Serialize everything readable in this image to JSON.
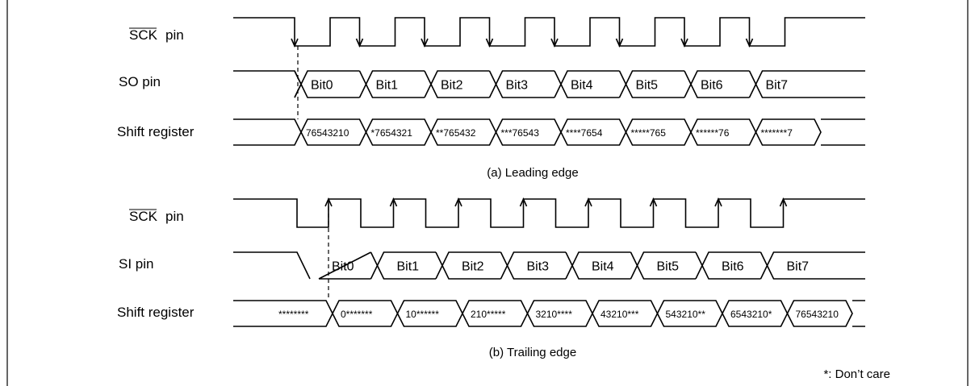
{
  "sections": [
    {
      "clock_label": "SCK",
      "clock_label_suffix": "pin",
      "data_label": "SO pin",
      "register_label": "Shift register",
      "bits": [
        "Bit0",
        "Bit1",
        "Bit2",
        "Bit3",
        "Bit4",
        "Bit5",
        "Bit6",
        "Bit7"
      ],
      "register_values": [
        "76543210",
        "*7654321",
        "**765432",
        "***76543",
        "****7654",
        "*****765",
        "******76",
        "*******7"
      ],
      "caption": "(a) Leading edge",
      "edge": "falling"
    },
    {
      "clock_label": "SCK",
      "clock_label_suffix": "pin",
      "data_label": "SI pin",
      "register_label": "Shift register",
      "bits": [
        "Bit0",
        "Bit1",
        "Bit2",
        "Bit3",
        "Bit4",
        "Bit5",
        "Bit6",
        "Bit7"
      ],
      "register_initial": "********",
      "register_values": [
        "0*******",
        "10******",
        "210*****",
        "3210****",
        "43210***",
        "543210**",
        "6543210*",
        "76543210"
      ],
      "caption": "(b) Trailing edge",
      "edge": "rising"
    }
  ],
  "note": "*: Don’t care"
}
